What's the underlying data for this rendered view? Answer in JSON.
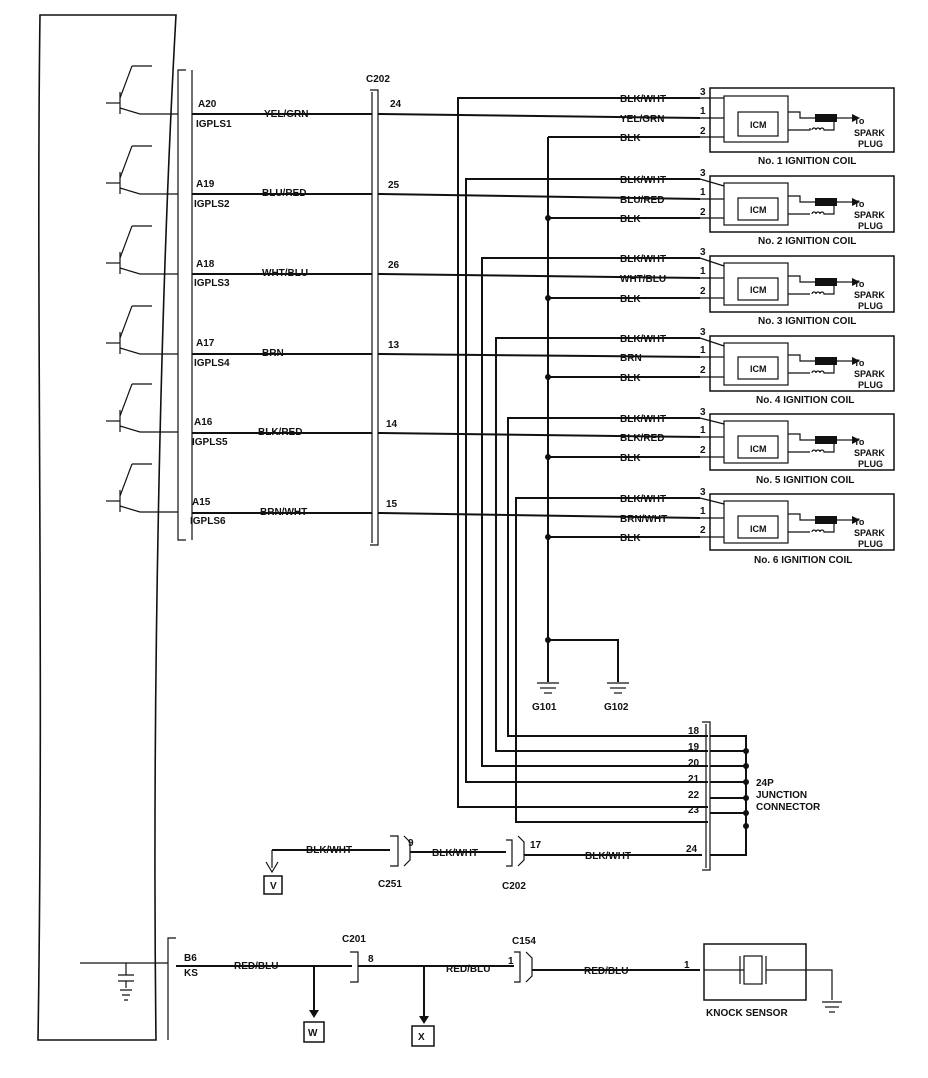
{
  "ecm": {
    "outputs": [
      {
        "pin": "A20",
        "signal": "IGPLS1",
        "wire": "YEL/GRN",
        "c202_pin": "24"
      },
      {
        "pin": "A19",
        "signal": "IGPLS2",
        "wire": "BLU/RED",
        "c202_pin": "25"
      },
      {
        "pin": "A18",
        "signal": "IGPLS3",
        "wire": "WHT/BLU",
        "c202_pin": "26"
      },
      {
        "pin": "A17",
        "signal": "IGPLS4",
        "wire": "BRN",
        "c202_pin": "13"
      },
      {
        "pin": "A16",
        "signal": "IGPLS5",
        "wire": "BLK/RED",
        "c202_pin": "14"
      },
      {
        "pin": "A15",
        "signal": "IGPLS6",
        "wire": "BRN/WHT",
        "c202_pin": "15"
      }
    ],
    "ks_pin": "B6",
    "ks_signal": "KS"
  },
  "connector_c202": "C202",
  "coils": [
    {
      "name": "No. 1 IGNITION COIL",
      "pin3": "BLK/WHT",
      "pin1": "YEL/GRN",
      "pin2": "BLK"
    },
    {
      "name": "No. 2 IGNITION COIL",
      "pin3": "BLK/WHT",
      "pin1": "BLU/RED",
      "pin2": "BLK"
    },
    {
      "name": "No. 3 IGNITION COIL",
      "pin3": "BLK/WHT",
      "pin1": "WHT/BLU",
      "pin2": "BLK"
    },
    {
      "name": "No. 4 IGNITION COIL",
      "pin3": "BLK/WHT",
      "pin1": "BRN",
      "pin2": "BLK"
    },
    {
      "name": "No. 5 IGNITION COIL",
      "pin3": "BLK/WHT",
      "pin1": "BLK/RED",
      "pin2": "BLK"
    },
    {
      "name": "No. 6 IGNITION COIL",
      "pin3": "BLK/WHT",
      "pin1": "BRN/WHT",
      "pin2": "BLK"
    }
  ],
  "coil_common": {
    "icm": "ICM",
    "to": "To",
    "spark": "SPARK",
    "plug": "PLUG",
    "pin3": "3",
    "pin1": "1",
    "pin2": "2"
  },
  "grounds": {
    "g1": "G101",
    "g2": "G102"
  },
  "junction": {
    "pins": [
      "18",
      "19",
      "20",
      "21",
      "22",
      "23",
      "24"
    ],
    "label_line1": "24P",
    "label_line2": "JUNCTION",
    "label_line3": "CONNECTOR"
  },
  "supply": {
    "wire": "BLK/WHT",
    "c251": "C251",
    "c251_pin": "9",
    "c202": "C202",
    "c202_pin": "17",
    "ref": "V"
  },
  "knock": {
    "c201": "C201",
    "c201_pin": "8",
    "c154": "C154",
    "c154_pin": "1",
    "sensor_pin": "1",
    "wire": "RED/BLU",
    "sensor": "KNOCK SENSOR",
    "ref_w": "W",
    "ref_x": "X"
  }
}
